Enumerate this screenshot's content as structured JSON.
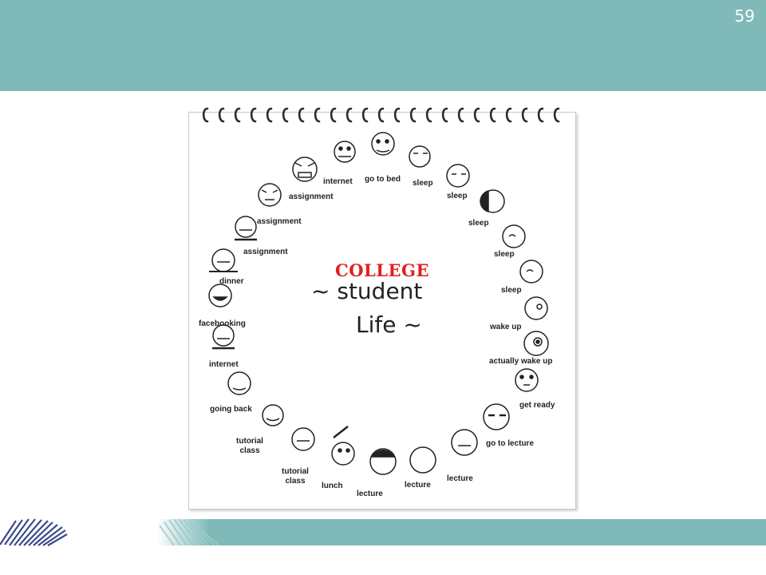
{
  "slide": {
    "number": "59"
  },
  "colors": {
    "band": "#7fbab9",
    "college_red": "#e0201f"
  },
  "notepad": {
    "title_college": "COLLEGE",
    "title_student": "~ student",
    "title_life": "Life ~",
    "labels": [
      "go to bed",
      "sleep",
      "sleep",
      "sleep",
      "sleep",
      "sleep",
      "wake up",
      "actually wake up",
      "get ready",
      "go to lecture",
      "lecture",
      "lecture",
      "lecture",
      "lunch",
      "tutorial class",
      "tutorial class",
      "going back",
      "internet",
      "facebooking",
      "dinner",
      "assignment",
      "assignment",
      "assignment",
      "internet"
    ]
  }
}
